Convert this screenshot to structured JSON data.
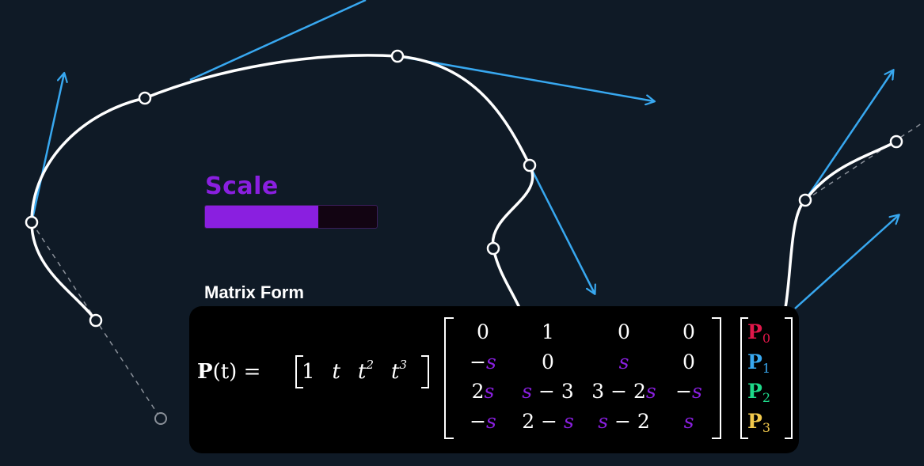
{
  "colors": {
    "background": "#0f1a26",
    "curve": "#ffffff",
    "tangent": "#38a8f0",
    "guide": "#8a9099",
    "accent": "#8a1fe0",
    "p0": "#e0174a",
    "p1": "#38a8f0",
    "p2": "#1ed98a",
    "p3": "#f2c94c"
  },
  "scale": {
    "label": "Scale",
    "value": 0.66
  },
  "matrix": {
    "title": "Matrix Form",
    "lhs": "P",
    "lhs_arg": "(t) =",
    "row_vector": [
      "1",
      "t",
      "t",
      "t"
    ],
    "row_vector_exp": [
      "",
      "",
      "2",
      "3"
    ],
    "rows": [
      [
        {
          "a": "",
          "s": "",
          "b": "0"
        },
        {
          "a": "",
          "s": "",
          "b": "1"
        },
        {
          "a": "",
          "s": "",
          "b": "0"
        },
        {
          "a": "",
          "s": "",
          "b": "0"
        }
      ],
      [
        {
          "a": "−",
          "s": "s",
          "b": ""
        },
        {
          "a": "",
          "s": "",
          "b": "0"
        },
        {
          "a": "",
          "s": "s",
          "b": ""
        },
        {
          "a": "",
          "s": "",
          "b": "0"
        }
      ],
      [
        {
          "a": "2",
          "s": "s",
          "b": ""
        },
        {
          "a": "",
          "s": "s",
          "b": " − 3"
        },
        {
          "a": "3 − 2",
          "s": "s",
          "b": ""
        },
        {
          "a": "−",
          "s": "s",
          "b": ""
        }
      ],
      [
        {
          "a": "−",
          "s": "s",
          "b": ""
        },
        {
          "a": "2 − ",
          "s": "s",
          "b": ""
        },
        {
          "a": "",
          "s": "s",
          "b": " − 2"
        },
        {
          "a": "",
          "s": "s",
          "b": ""
        }
      ]
    ],
    "points": [
      {
        "label": "P",
        "sub": "0"
      },
      {
        "label": "P",
        "sub": "1"
      },
      {
        "label": "P",
        "sub": "2"
      },
      {
        "label": "P",
        "sub": "3"
      }
    ]
  }
}
